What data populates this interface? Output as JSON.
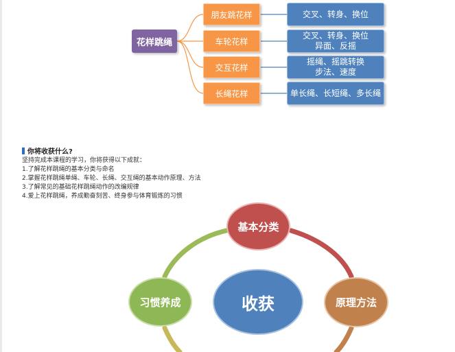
{
  "mindmap": {
    "root": "花样跳绳",
    "branches": [
      {
        "category": "朋友跳花样",
        "detail": "交叉、转身、换位"
      },
      {
        "category": "车轮花样",
        "detail": "交叉、转身、换位\n异面、反摇"
      },
      {
        "category": "交互花样",
        "detail": "摇绳、摇跳转换\n步法、速度"
      },
      {
        "category": "长绳花样",
        "detail": "单长绳、长短绳、多长绳"
      }
    ],
    "colors": {
      "root": "#8064a2",
      "category": "#f79646",
      "detail": "#4f81bd",
      "connector": "#f79646"
    }
  },
  "section": {
    "heading": "你将收获什么?",
    "intro": "坚持完成本课程的学习，你将获得以下成就：",
    "items": [
      "1.了解花样跳绳的基本分类与命名",
      "2.掌握花样跳绳单绳、车轮、长绳、交互绳的基本动作原理、方法",
      "3.了解常见的基础花样跳绳动作的改编规律",
      "4.爱上花样跳绳，养成勤奋刻苦、终身参与体育锻炼的习惯"
    ]
  },
  "cycle": {
    "center": "收获",
    "top": "基本分类",
    "right": "原理方法",
    "left": "习惯养成",
    "colors": {
      "top": "#c0504d",
      "right": "#c0814d",
      "left": "#8eb755",
      "center": "#4f81bd"
    }
  }
}
